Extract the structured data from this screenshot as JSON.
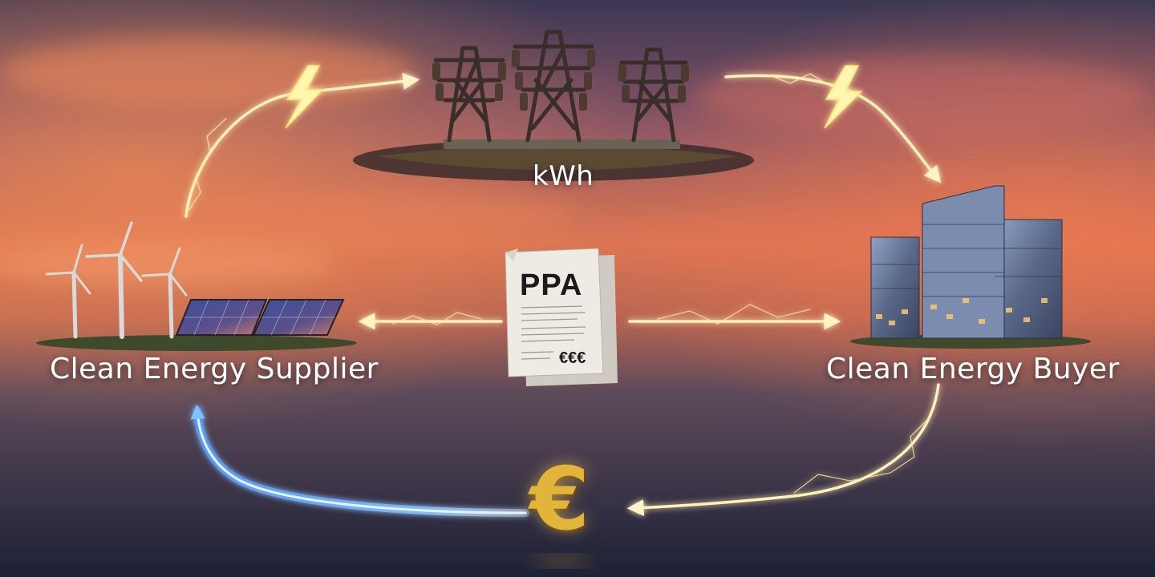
{
  "diagram": {
    "nodes": {
      "supplier": {
        "label": "Clean Energy Supplier"
      },
      "buyer": {
        "label": "Clean Energy Buyer"
      },
      "grid": {
        "label": "kWh"
      },
      "contract": {
        "title": "PPA",
        "price_mark": "€€€"
      },
      "payment": {
        "symbol": "€"
      }
    }
  },
  "colors": {
    "sky_top": "#3a3552",
    "sky_glow": "#e8734a",
    "ground": "#232740",
    "energy_flow": "#ffe9a0",
    "payment_flow": "#5aa8ff",
    "euro_gold": "#e3b43a",
    "document": "#eeebe4"
  }
}
